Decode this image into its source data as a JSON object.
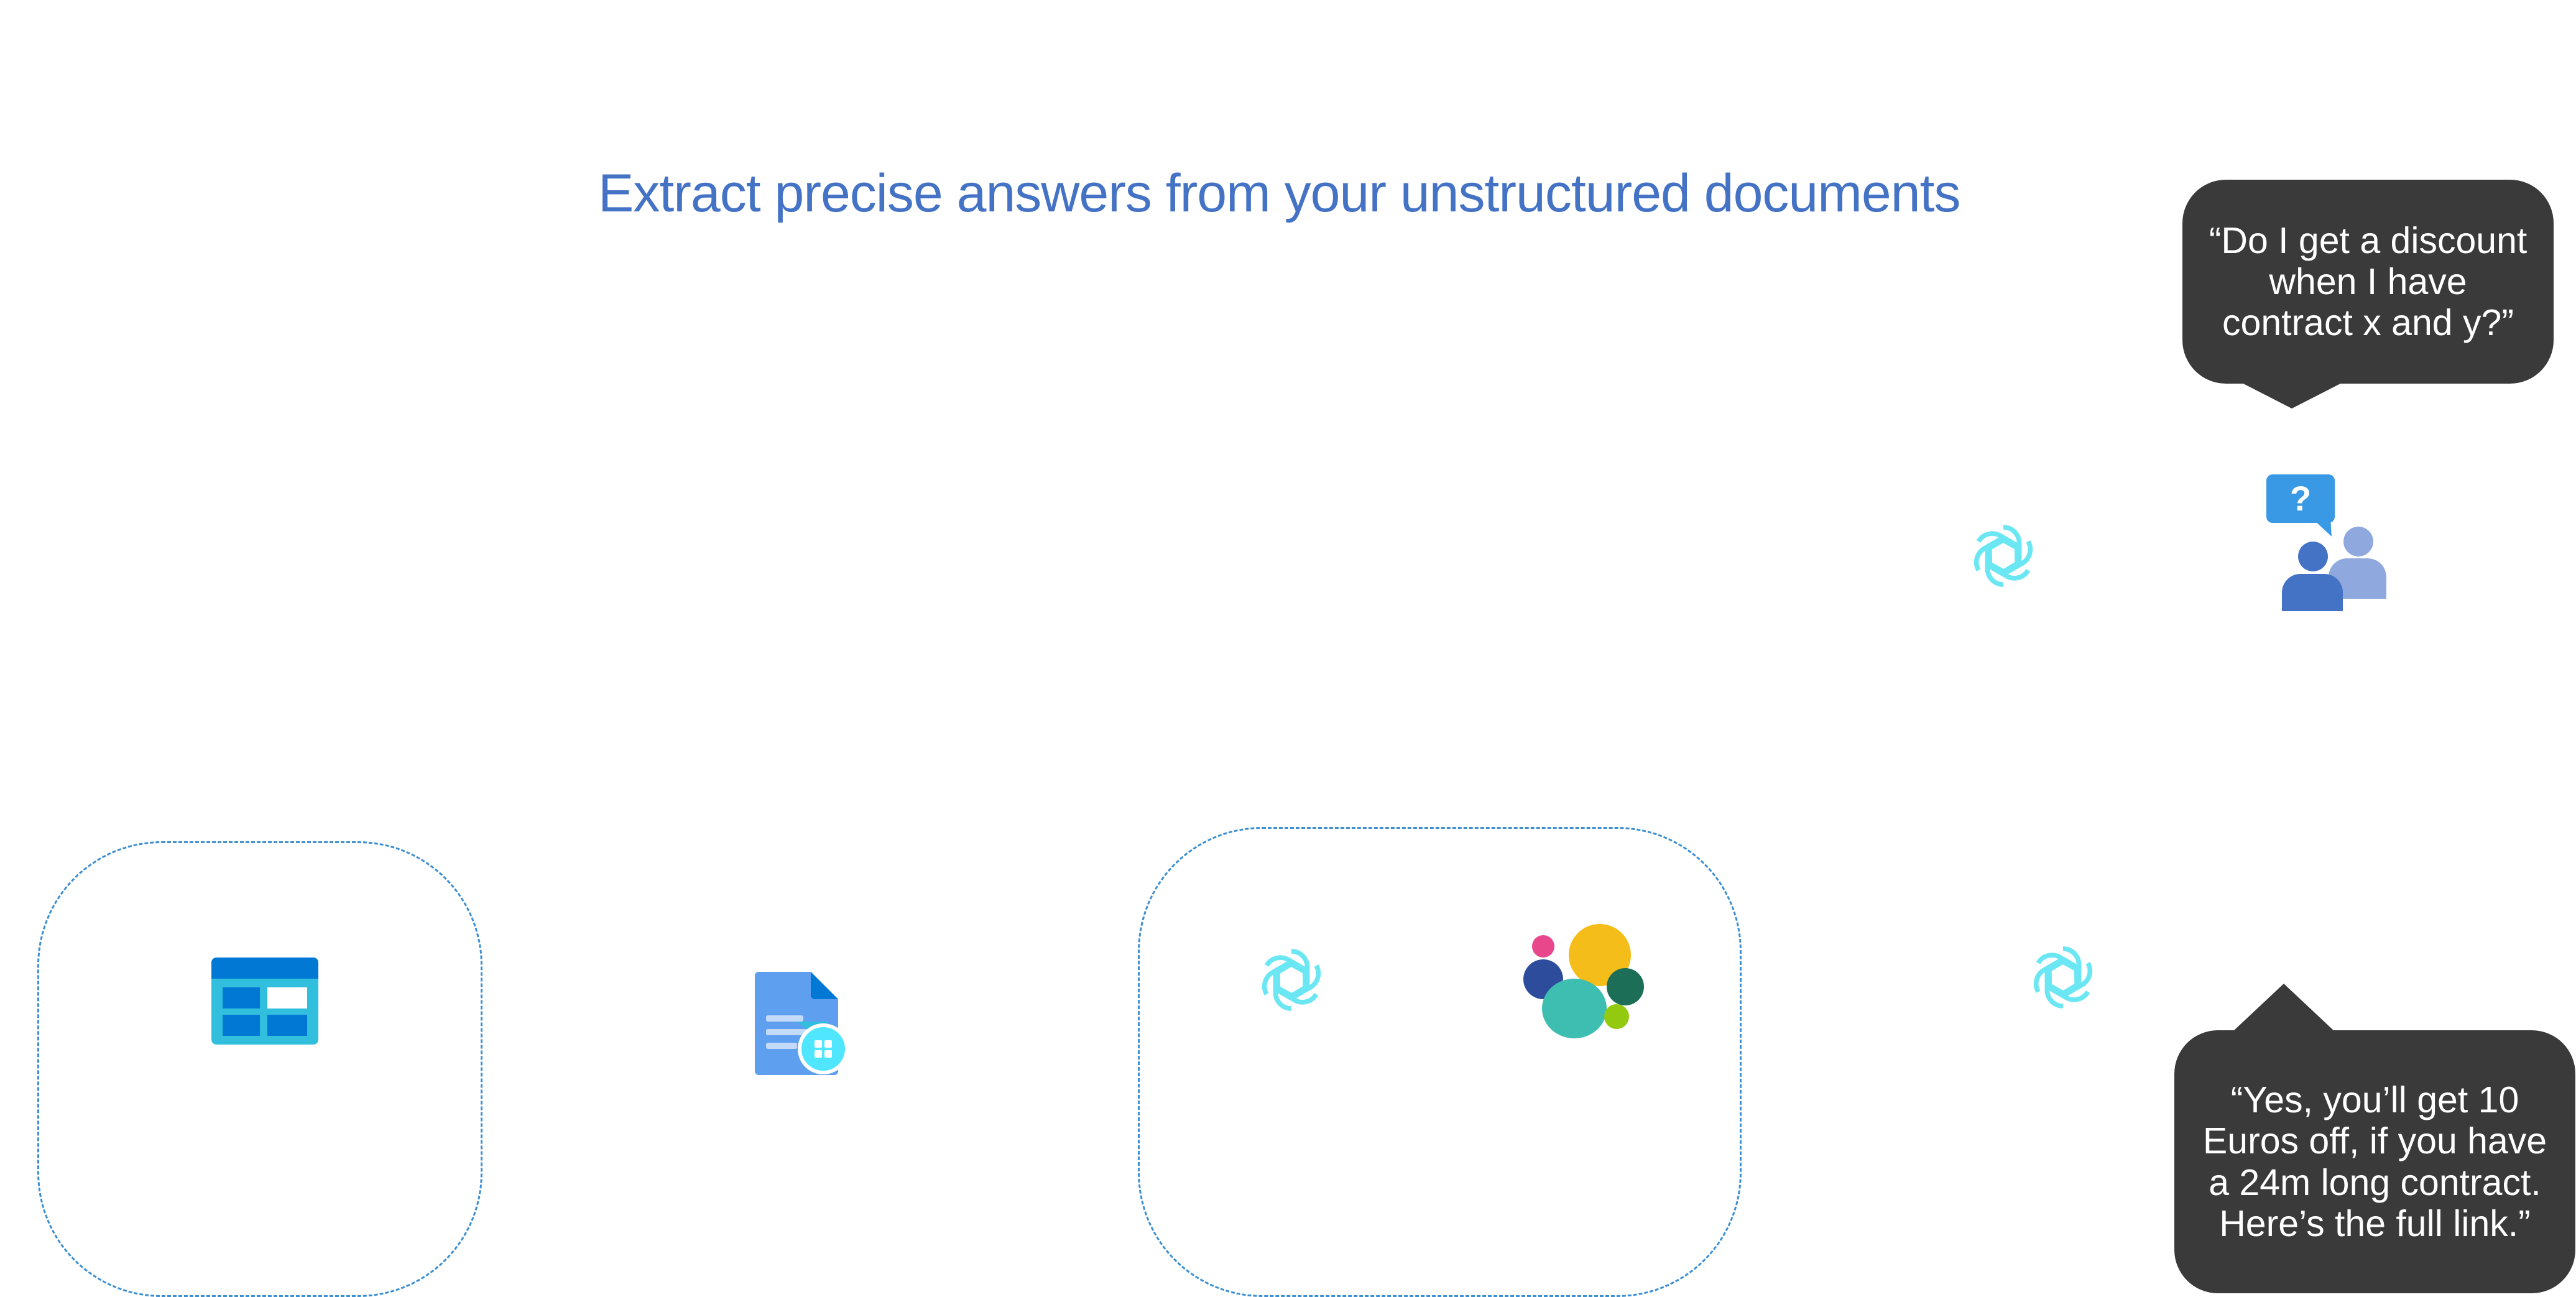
{
  "title": "Extract precise answers from your unstructured documents",
  "bubbles": {
    "question": "“Do I get a discount when I have contract x and y?”",
    "answer": "“Yes, you’ll get 10 Euros off, if you have a 24m long contract. Here’s the full link.”"
  },
  "icons": {
    "storage": "storage-table-icon",
    "document_intelligence": "document-intelligence-icon",
    "openai_top": "openai-icon",
    "openai_embedding": "openai-icon",
    "openai_answer": "openai-icon",
    "elastic": "elasticsearch-icon",
    "users": "users-question-icon"
  },
  "colors": {
    "title": "#4472C4",
    "bubble_bg": "#3A3A3A",
    "bubble_text": "#FFFFFF",
    "dashed_border": "#3D8FD1",
    "openai": "#6BE7F4"
  }
}
